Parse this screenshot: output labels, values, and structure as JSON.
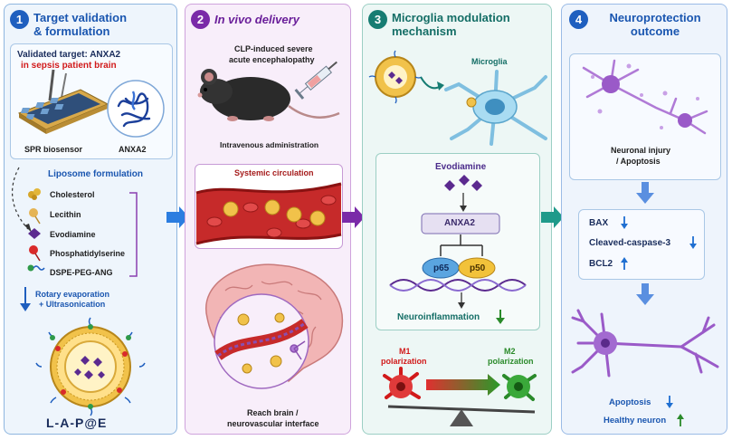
{
  "colors": {
    "blue": "#1f6fd1",
    "purple": "#7a2aa8",
    "teal": "#167c72",
    "red": "#d11a1a",
    "green": "#2a8a2a"
  },
  "panel1": {
    "number": "1",
    "title_line1": "Target validation",
    "title_line2": "& formulation",
    "target_line1": "Validated target: ANXA2",
    "target_line2": "in sepsis patient brain",
    "spr_label": "SPR biosensor",
    "protein_label": "ANXA2",
    "liposome_title": "Liposome formulation",
    "components": [
      "Cholesterol",
      "Lecithin",
      "Evodiamine",
      "Phosphatidylserine",
      "DSPE-PEG-ANG"
    ],
    "process_line1": "Rotary evaporation",
    "process_line2": "+ Ultrasonication",
    "product": "L-A-P@E"
  },
  "panel2": {
    "number": "2",
    "title": "In vivo delivery",
    "model_line1": "CLP-induced severe",
    "model_line2": "acute encephalopathy",
    "admin": "Intravenous administration",
    "circulation": "Systemic circulation",
    "brain_line1": "Reach brain /",
    "brain_line2": "neurovascular interface"
  },
  "panel3": {
    "number": "3",
    "title_line1": "Microglia modulation",
    "title_line2": "mechanism",
    "microglia": "Microglia",
    "drug": "Evodiamine",
    "target": "ANXA2",
    "p65": "p65",
    "p50": "p50",
    "outcome": "Neuroinflammation",
    "m1_line1": "M1",
    "m1_line2": "polarization",
    "m2_line1": "M2",
    "m2_line2": "polarization"
  },
  "panel4": {
    "number": "4",
    "title_line1": "Neuroprotection",
    "title_line2": "outcome",
    "injury_line1": "Neuronal injury",
    "injury_line2": "/ Apoptosis",
    "markers": [
      {
        "name": "BAX",
        "direction": "down"
      },
      {
        "name": "Cleaved-caspase-3",
        "direction": "down"
      },
      {
        "name": "BCL2",
        "direction": "up"
      }
    ],
    "apoptosis": "Apoptosis",
    "healthy": "Healthy neuron"
  }
}
